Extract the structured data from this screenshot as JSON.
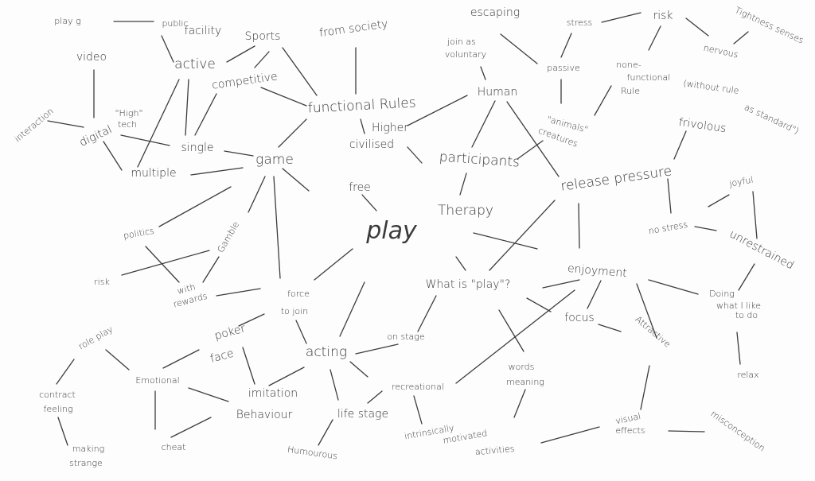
{
  "title": "Mind map: play",
  "nodes": {
    "play_g": "play g",
    "public_facility": [
      "public",
      "facility"
    ],
    "sports": "Sports",
    "from_society": "from society",
    "video": "video",
    "active": "active",
    "competitive": "competitive",
    "functional_rules": "functional Rules",
    "interaction": "interaction",
    "digital": "digital",
    "high_tech": [
      "\"High\"",
      "tech"
    ],
    "single": "single",
    "game": "game",
    "higher_civilised": [
      "Higher",
      "civilised"
    ],
    "multiple": "multiple",
    "free": "free",
    "politics": "politics",
    "gamble": "Gamble",
    "play": "play",
    "therapy": "Therapy",
    "participants": "participants",
    "human": "Human",
    "join_voluntary": [
      "join as",
      "voluntary"
    ],
    "escaping": "escaping",
    "stress": "stress",
    "risk_top": "risk",
    "tightness_senses": "Tightness senses",
    "nervous": "nervous",
    "passive": "passive",
    "none_functional": [
      "none-",
      "functional",
      "Rule"
    ],
    "without_rule": [
      "(without rule",
      "as standard\")"
    ],
    "animals_creatures": [
      "\"animals\"",
      "creatures"
    ],
    "frivolous": "frivolous",
    "release_pressure": "release pressure",
    "joyful": "joyful",
    "no_stress": "no stress",
    "unrestrained": "unrestrained",
    "enjoyment": "enjoyment",
    "what_is_play": "What is \"play\"?",
    "risk": "risk",
    "with_rewards": [
      "with",
      "rewards"
    ],
    "force_to_join": [
      "force",
      "to join"
    ],
    "role_play": "role play",
    "poker_face": [
      "poker",
      "face"
    ],
    "acting": "acting",
    "on_stage": "on stage",
    "contract_feeling": [
      "contract",
      "feeling"
    ],
    "emotional": "Emotional",
    "imitation": "imitation",
    "behaviour": "Behaviour",
    "recreational": "recreational",
    "life_stage": "life stage",
    "making_strange": [
      "making",
      "strange"
    ],
    "cheat": "cheat",
    "humourous": "Humourous",
    "intrinsic": [
      "intrinsically",
      "motivated",
      "activities"
    ],
    "words_meaning": [
      "words",
      "meaning"
    ],
    "focus": "focus",
    "attractive": "Attractive",
    "doing_what": [
      "Doing",
      "what I like",
      "to do"
    ],
    "relax": "relax",
    "visual_effects": [
      "visual",
      "effects"
    ],
    "misconception": "misconception"
  }
}
